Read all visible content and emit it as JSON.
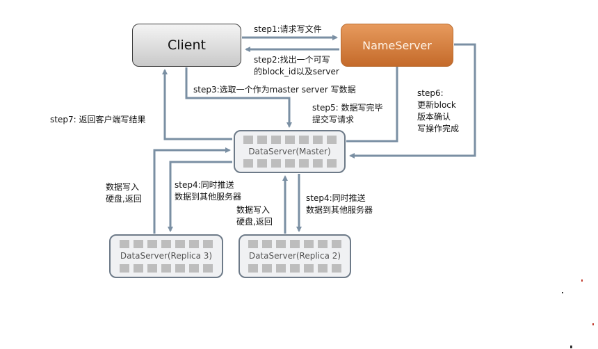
{
  "nodes": {
    "client": "Client",
    "nameserver": "NameServer",
    "master": "DataServer(Master)",
    "replica3": "DataServer(Replica 3)",
    "replica2": "DataServer(Replica 2)"
  },
  "edges": [
    {
      "id": "step1",
      "from": "Client",
      "to": "NameServer",
      "lines": [
        "step1:请求写文件"
      ]
    },
    {
      "id": "step2",
      "from": "NameServer",
      "to": "Client",
      "lines": [
        "step2:找出一个可写",
        "的block_id以及server"
      ]
    },
    {
      "id": "step3",
      "from": "Client",
      "to": "DataServer(Master)",
      "lines": [
        "step3:选取一个作为master server 写数据"
      ]
    },
    {
      "id": "step4a",
      "from": "DataServer(Master)",
      "to": "DataServer(Replica 3)",
      "lines": [
        "step4:同时推送",
        "数据到其他服务器"
      ]
    },
    {
      "id": "step4b",
      "from": "DataServer(Master)",
      "to": "DataServer(Replica 2)",
      "lines": [
        "step4:同时推送",
        "数据到其他服务器"
      ]
    },
    {
      "id": "ret3",
      "from": "DataServer(Replica 3)",
      "to": "DataServer(Master)",
      "lines": [
        "数据写入",
        "硬盘,返回"
      ]
    },
    {
      "id": "ret2",
      "from": "DataServer(Replica 2)",
      "to": "DataServer(Master)",
      "lines": [
        "数据写入",
        "硬盘,返回"
      ]
    },
    {
      "id": "step5",
      "from": "DataServer(Master)",
      "to": "NameServer",
      "lines": [
        "step5: 数据写完毕",
        "提交写请求"
      ]
    },
    {
      "id": "step6",
      "from": "NameServer",
      "to": "DataServer(Master)",
      "lines": [
        "step6:",
        "更新block",
        "版本确认",
        "写操作完成"
      ]
    },
    {
      "id": "step7",
      "from": "DataServer(Master)",
      "to": "Client",
      "lines": [
        "step7: 返回客户端写结果"
      ]
    }
  ],
  "colors": {
    "arrow": "#7a8fa3",
    "nameserver": "#d47d3c",
    "client": "#dcdcdc"
  }
}
